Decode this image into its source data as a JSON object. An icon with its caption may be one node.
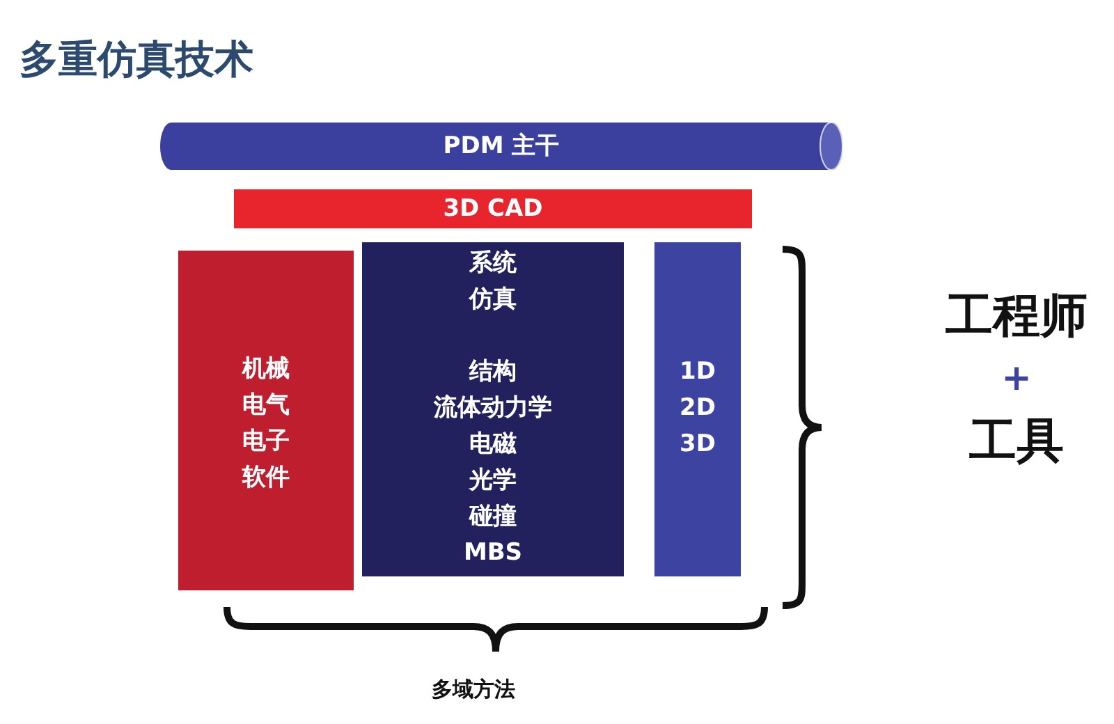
{
  "diagram": {
    "title": "多重仿真技术",
    "nodes": [
      {
        "text": [
          "PDM 主干"
        ]
      },
      {
        "text": [
          "3D CAD"
        ]
      },
      {
        "text": [
          "机械",
          "电气",
          "电子",
          "软件"
        ]
      },
      {
        "text": [
          "系统仿真",
          "结构",
          "流体动力学",
          "电磁",
          "光学",
          "碰撞",
          "MBS"
        ]
      },
      {
        "text": [
          "1D",
          "2D",
          "3D"
        ]
      }
    ],
    "edges": [],
    "labels": [
      "工程师",
      "+",
      "工具",
      "多域方法"
    ]
  }
}
